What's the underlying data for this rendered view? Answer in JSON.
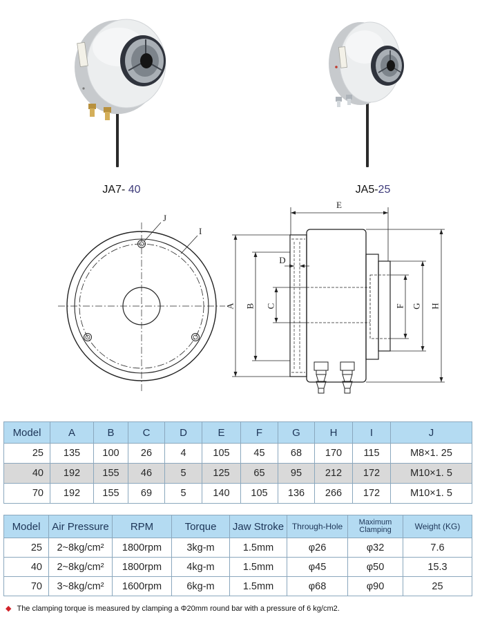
{
  "products": [
    {
      "model_prefix": "JA7- ",
      "model_size": "40"
    },
    {
      "model_prefix": "JA5-",
      "model_size": "25"
    }
  ],
  "drawing": {
    "labels": {
      "a": "A",
      "b": "B",
      "c": "C",
      "d": "D",
      "e": "E",
      "f": "F",
      "g": "G",
      "h": "H",
      "i": "I",
      "j": "J"
    }
  },
  "dimension_table": {
    "headers": [
      "Model",
      "A",
      "B",
      "C",
      "D",
      "E",
      "F",
      "G",
      "H",
      "I",
      "J"
    ],
    "rows": [
      [
        "25",
        "135",
        "100",
        "26",
        "4",
        "105",
        "45",
        "68",
        "170",
        "115",
        "M8×1. 25"
      ],
      [
        "40",
        "192",
        "155",
        "46",
        "5",
        "125",
        "65",
        "95",
        "212",
        "172",
        "M10×1. 5"
      ],
      [
        "70",
        "192",
        "155",
        "69",
        "5",
        "140",
        "105",
        "136",
        "266",
        "172",
        "M10×1. 5"
      ]
    ]
  },
  "spec_table": {
    "headers": [
      "Model",
      "Air Pressure",
      "RPM",
      "Torque",
      "Jaw Stroke",
      "Through-Hole",
      "Maximum Clamping",
      "Weight (KG)"
    ],
    "rows": [
      [
        "25",
        "2~8kg/cm²",
        "1800rpm",
        "3kg-m",
        "1.5mm",
        "φ26",
        "φ32",
        "7.6"
      ],
      [
        "40",
        "2~8kg/cm²",
        "1800rpm",
        "4kg-m",
        "1.5mm",
        "φ45",
        "φ50",
        "15.3"
      ],
      [
        "70",
        "3~8kg/cm²",
        "1600rpm",
        "6kg-m",
        "1.5mm",
        "φ68",
        "φ90",
        "25"
      ]
    ]
  },
  "footnote": {
    "bullet": "◆",
    "text": "The clamping torque is measured by clamping a Φ20mm round bar with a pressure of 6 kg/cm2."
  },
  "colors": {
    "header_bg": "#b4dbf2",
    "header_text": "#1d3557",
    "row_shade": "#d9d9d9",
    "border": "#8aa7bd",
    "accent_text": "#3d3a7a",
    "bullet": "#d2232a"
  }
}
